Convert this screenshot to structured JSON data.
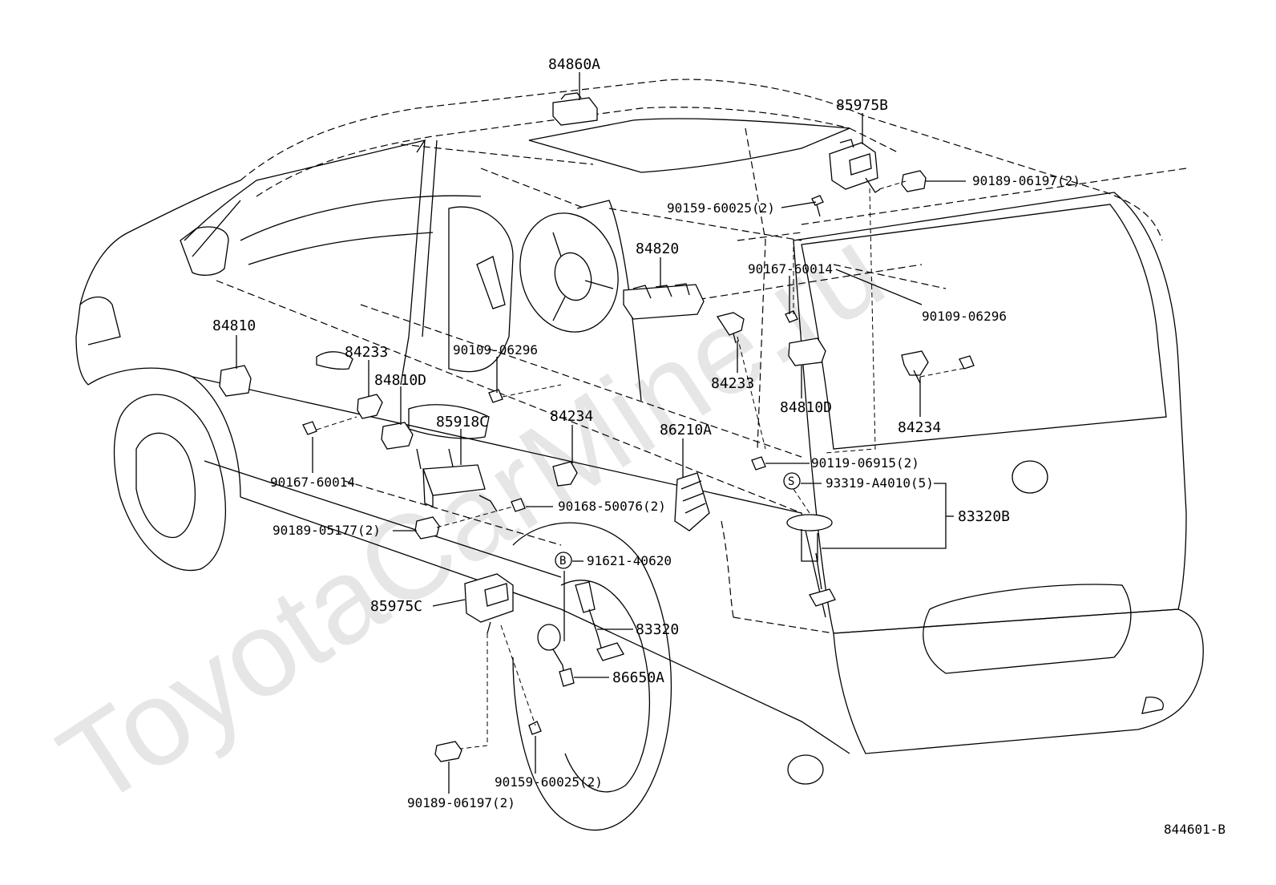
{
  "diagram": {
    "watermark": "ToyotaCarMine.ru",
    "figure_code": "844601-B",
    "callouts": {
      "c84860A": "84860A",
      "c85975B": "85975B",
      "c90189_06197_top": "90189-06197(2)",
      "c90159_60025_top": "90159-60025(2)",
      "c84820": "84820",
      "c90167_60014_right": "90167-60014",
      "c90109_06296_right": "90109-06296",
      "c84810": "84810",
      "c84233_left": "84233",
      "c90109_06296_mid": "90109-06296",
      "c84810D_left": "84810D",
      "c84233_right": "84233",
      "c84810D_right": "84810D",
      "c84234_right": "84234",
      "c84234_mid": "84234",
      "c85918C": "85918C",
      "c86210A": "86210A",
      "c90119_06915": "90119-06915(2)",
      "s_mark": "S",
      "c93319_A4010": "93319-A4010(5)",
      "c83320B": "83320B",
      "c90167_60014_left": "90167-60014",
      "c90168_50076": "90168-50076(2)",
      "c90189_05177": "90189-05177(2)",
      "b_mark": "B",
      "c91621_40620": "91621-40620",
      "c85975C": "85975C",
      "c83320": "83320",
      "c86650A": "86650A",
      "c90159_60025_bottom": "90159-60025(2)",
      "c90189_06197_bottom": "90189-06197(2)"
    }
  }
}
